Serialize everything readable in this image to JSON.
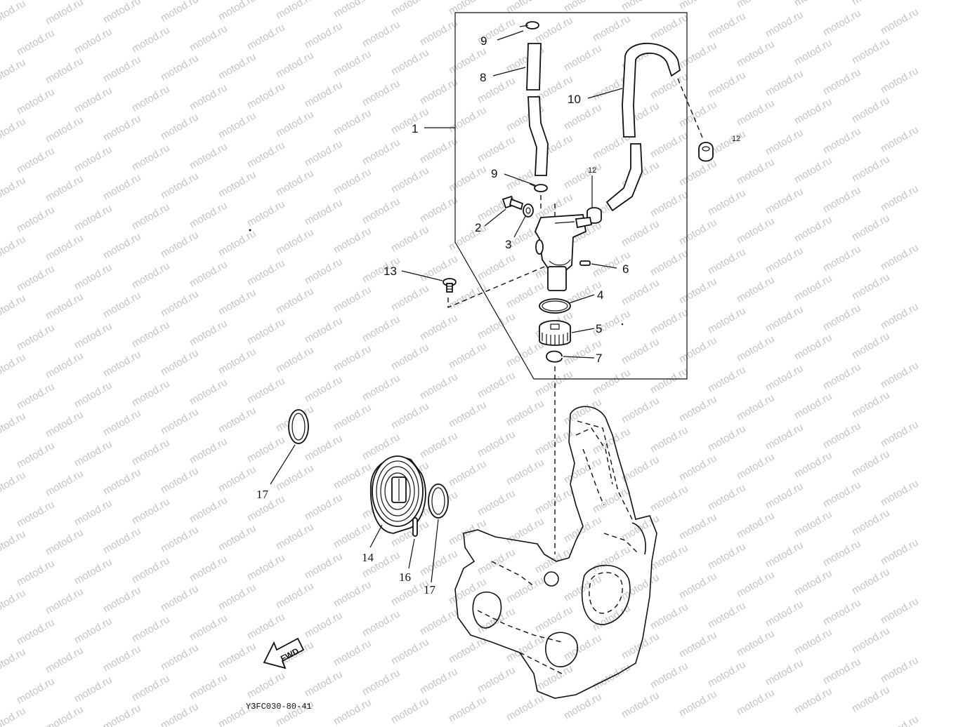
{
  "watermark": "motod.ru",
  "callouts": {
    "c1": "1",
    "c2": "2",
    "c3": "3",
    "c4": "4",
    "c5": "5",
    "c6": "6",
    "c7": "7",
    "c8": "8",
    "c9a": "9",
    "c9b": "9",
    "c10": "10",
    "c12a": "12",
    "c12b": "12",
    "c13": "13",
    "c14": "14",
    "c16": "16",
    "c17a": "17",
    "c17b": "17"
  },
  "fwd_label": "FWD",
  "drawing_code": "Y3FC030-80-41",
  "icons": {
    "fwd_arrow": "fwd-arrow-icon"
  }
}
